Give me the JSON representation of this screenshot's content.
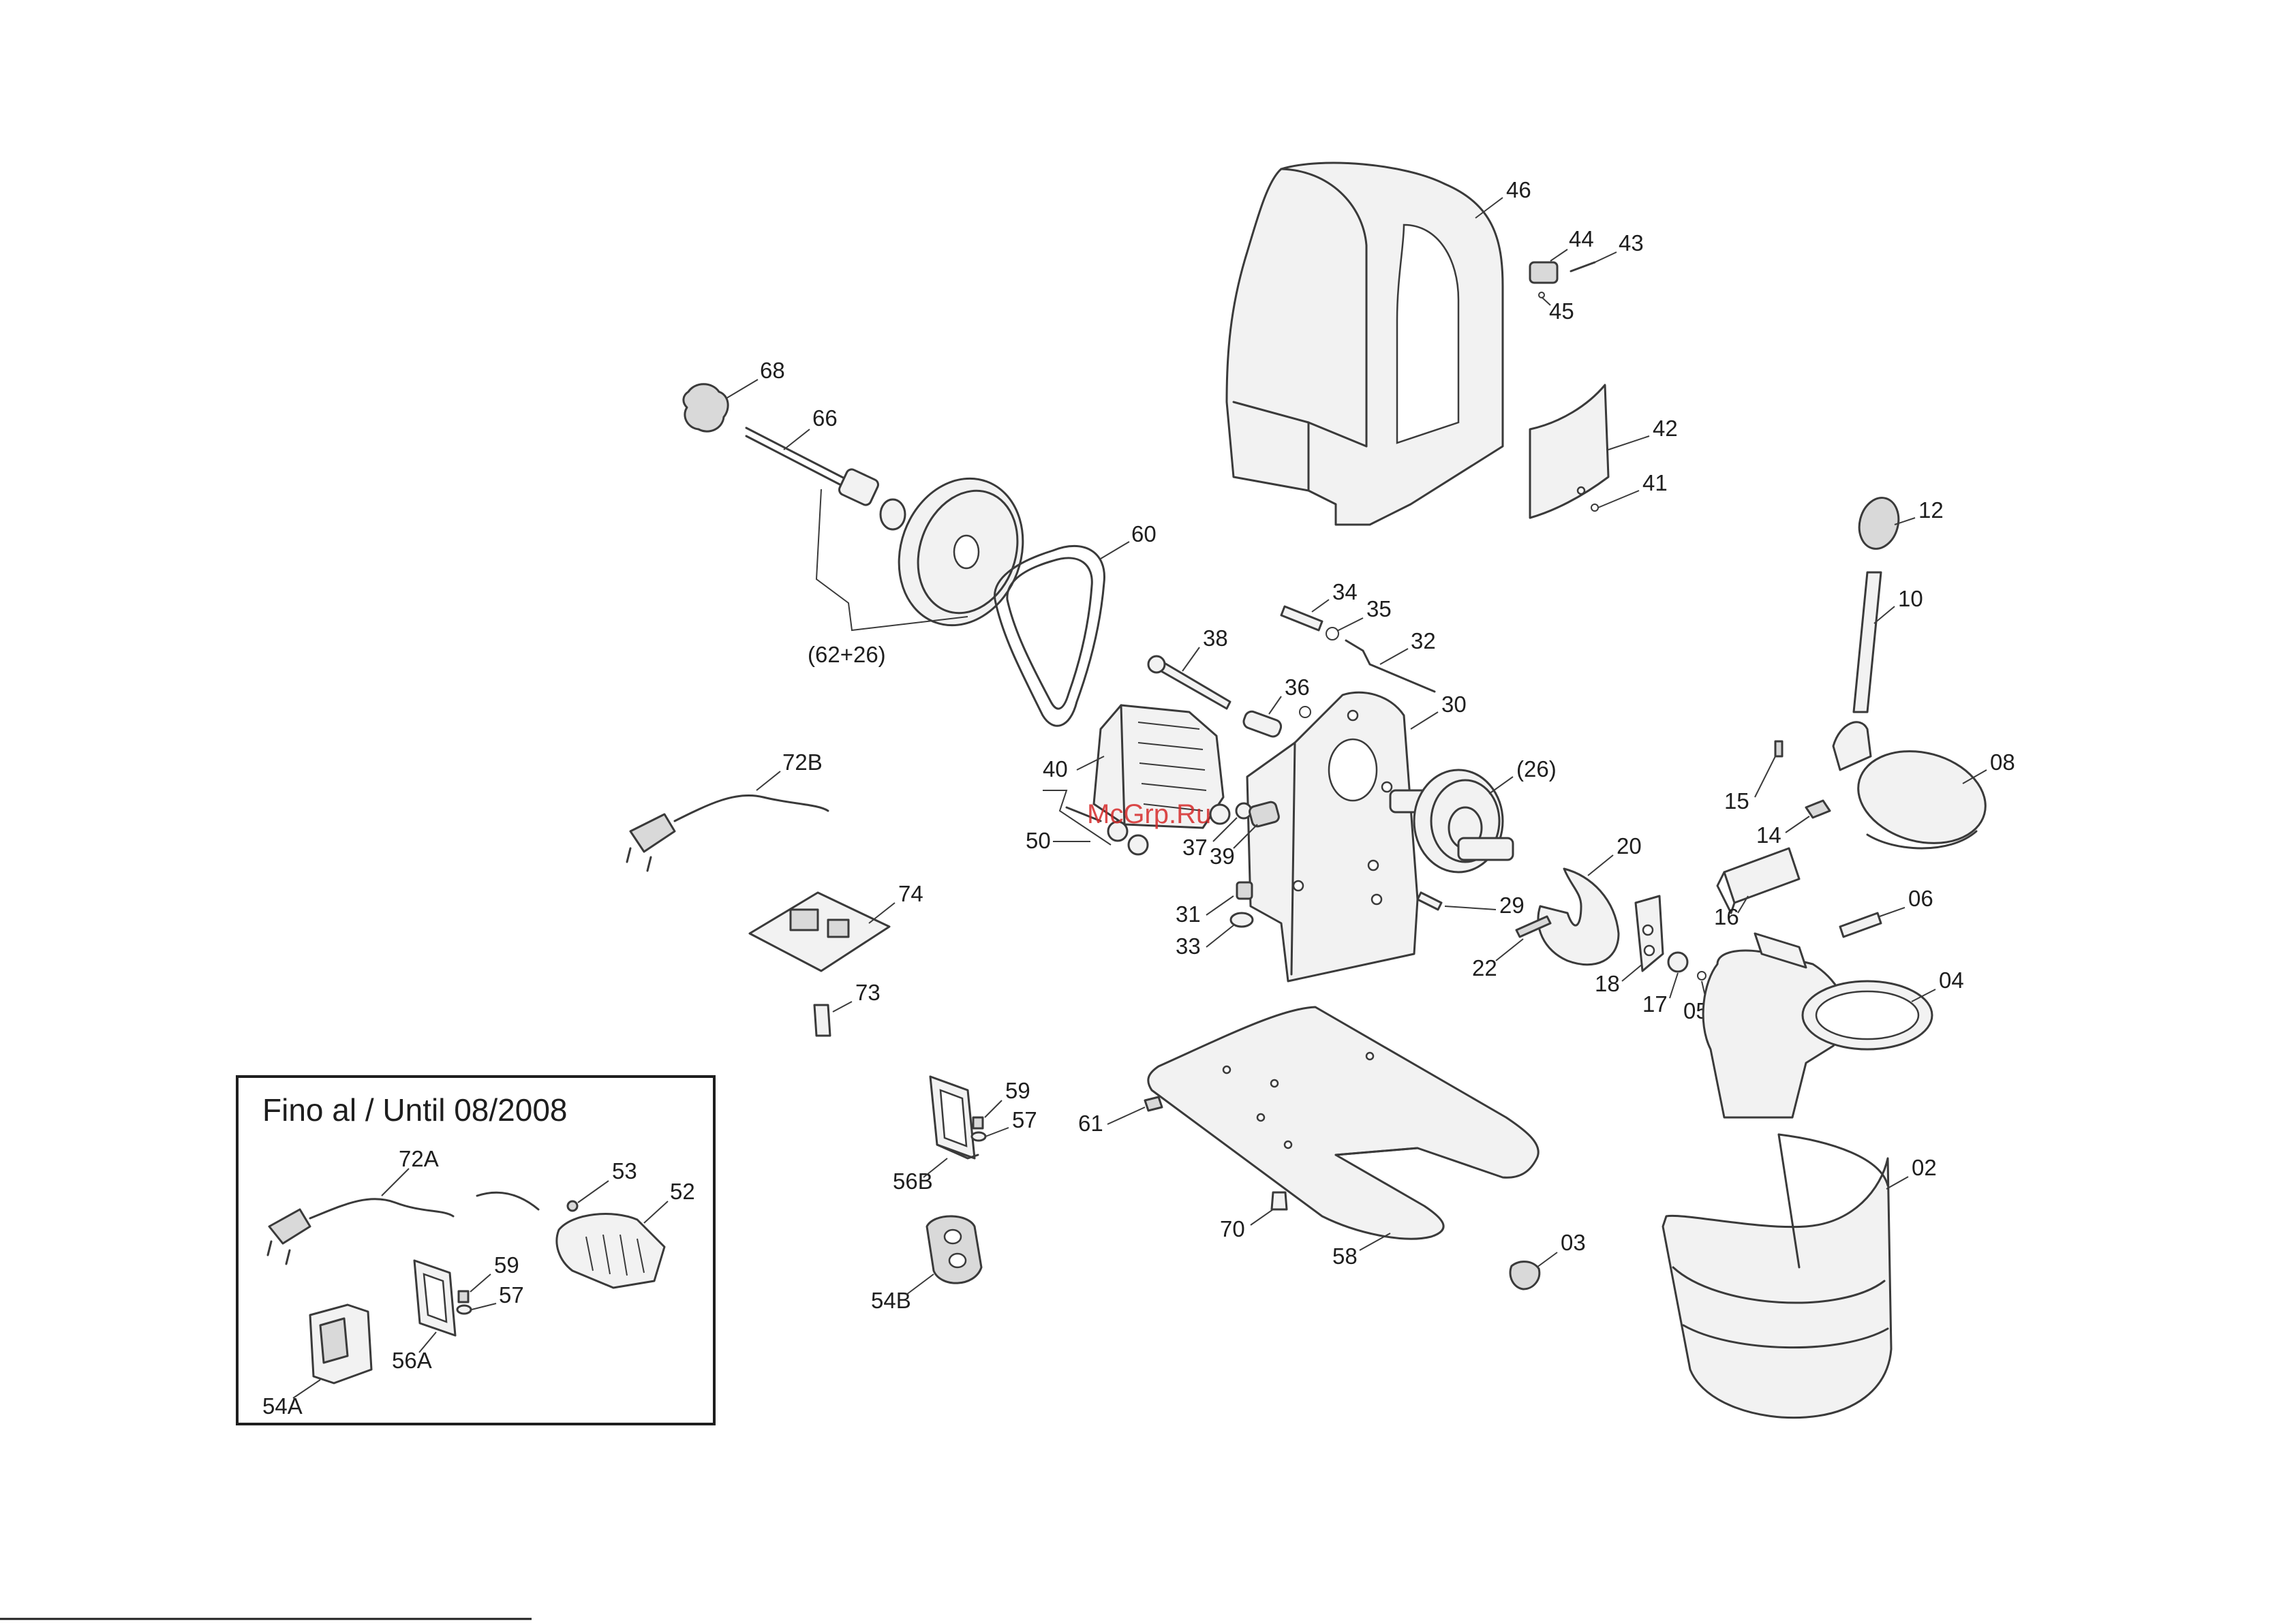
{
  "watermark": "McGrp.Ru",
  "inset": {
    "title": "Fino al / Until 08/2008",
    "labels": {
      "p72A": "72A",
      "p53": "53",
      "p52": "52",
      "p59": "59",
      "p57": "57",
      "p56A": "56A",
      "p54A": "54A"
    }
  },
  "labels": {
    "p46": "46",
    "p44": "44",
    "p43": "43",
    "p45": "45",
    "p42": "42",
    "p41": "41",
    "p68": "68",
    "p66": "66",
    "p60": "60",
    "p62_26": "(62+26)",
    "p12": "12",
    "p10": "10",
    "p08": "08",
    "p34": "34",
    "p35": "35",
    "p32": "32",
    "p38": "38",
    "p36": "36",
    "p30": "30",
    "p26": "(26)",
    "p40": "40",
    "p37": "37",
    "p39": "39",
    "p50": "50",
    "p72B": "72B",
    "p74": "74",
    "p73": "73",
    "p31": "31",
    "p33": "33",
    "p29": "29",
    "p20": "20",
    "p22": "22",
    "p18": "18",
    "p17": "17",
    "p05": "05",
    "p15": "15",
    "p14": "14",
    "p16": "16",
    "p06": "06",
    "p04": "04",
    "p61": "61",
    "p59": "59",
    "p57": "57",
    "p56B": "56B",
    "p54B": "54B",
    "p70": "70",
    "p58": "58",
    "p03": "03",
    "p02": "02"
  }
}
